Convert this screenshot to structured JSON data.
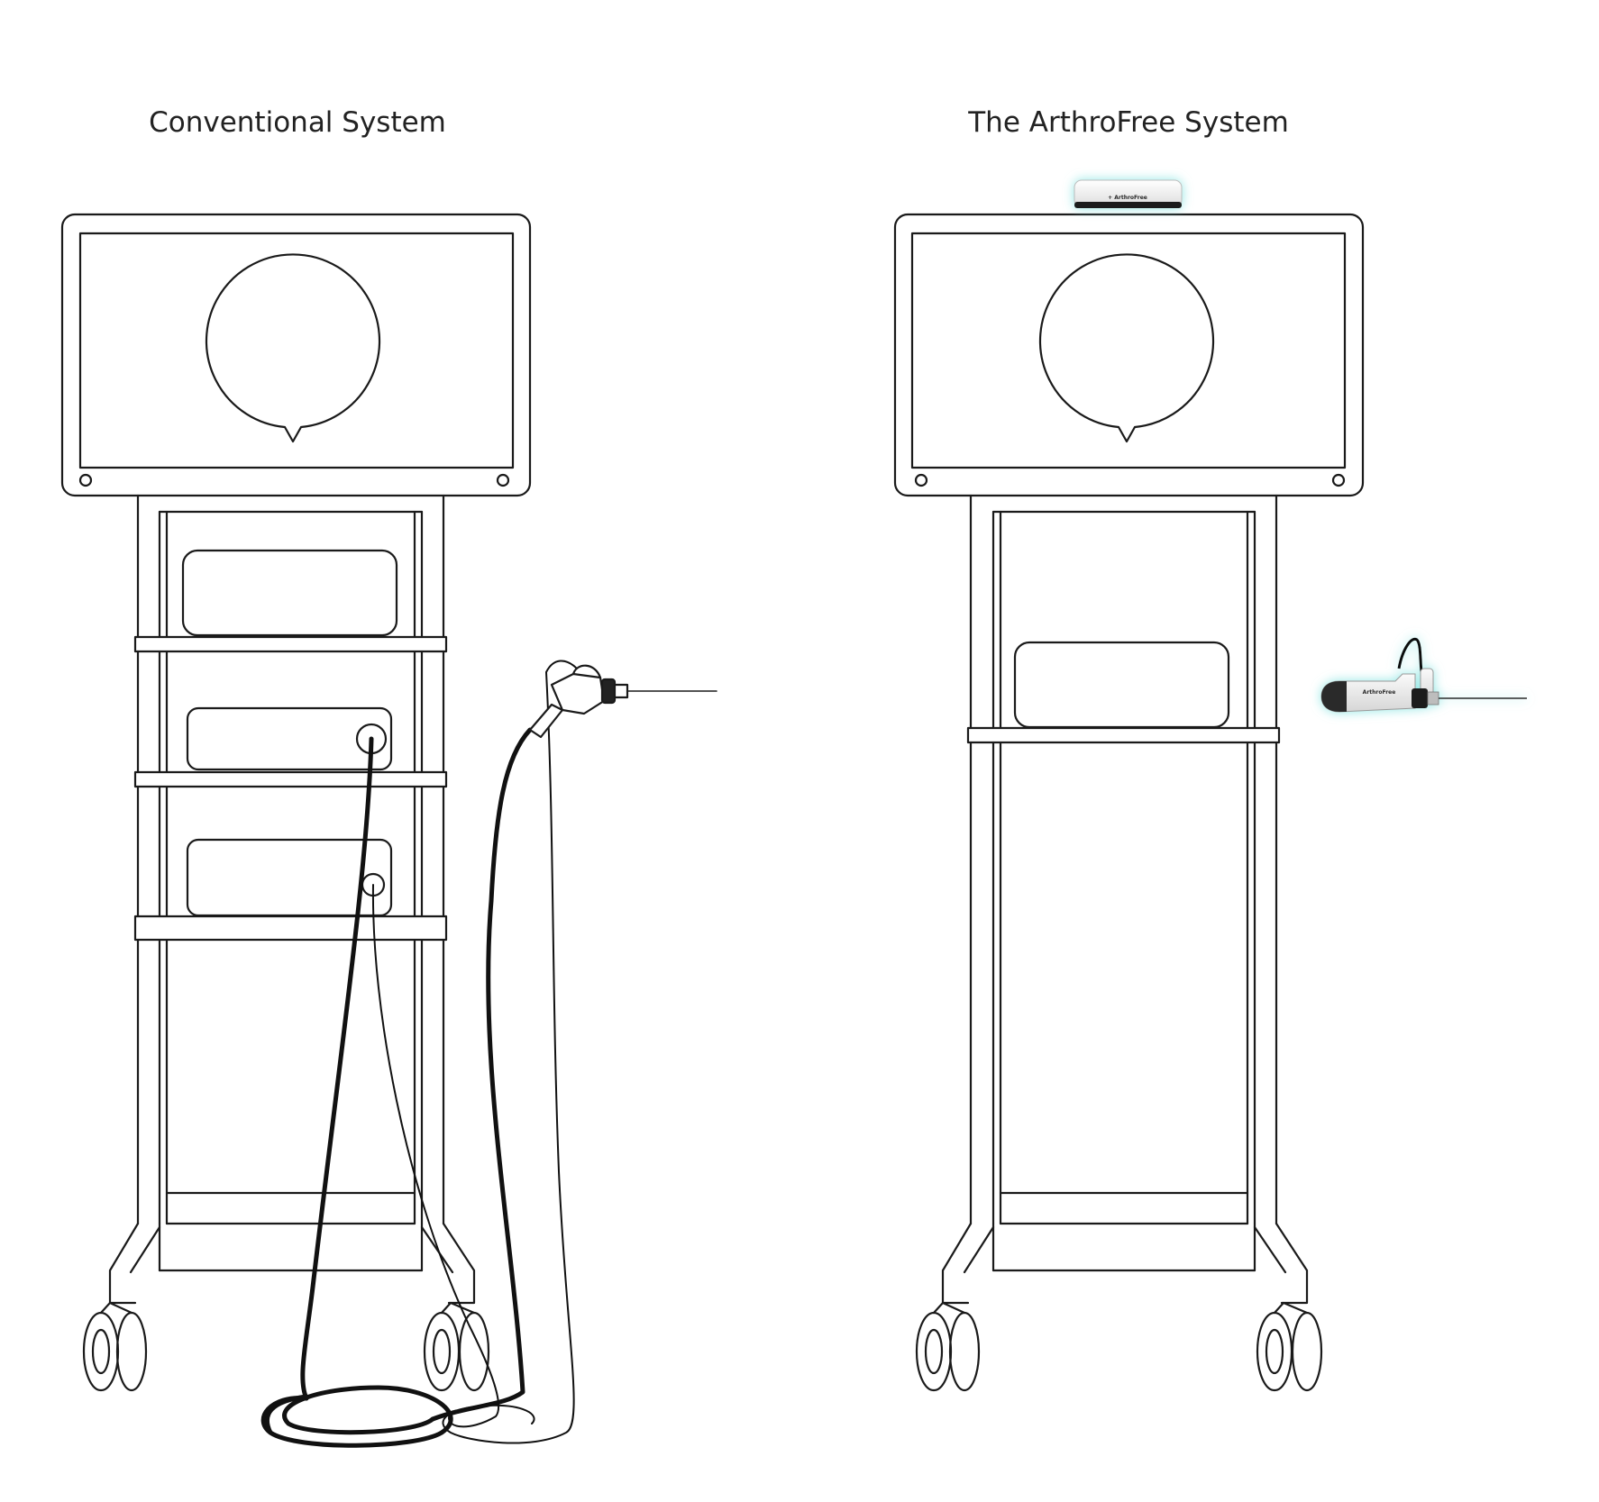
{
  "left": {
    "title": "Conventional System"
  },
  "right": {
    "title": "The ArthroFree System",
    "wireless_hub_label": "+ ArthroFree",
    "handpiece_label": "ArthroFree"
  },
  "colors": {
    "line": "#1a1a1a",
    "glow": "#7fe3e0",
    "device_body": "#f2f2f2",
    "device_dark": "#222222"
  },
  "icons": {
    "cart": "tower-cart-icon",
    "monitor": "monitor-icon",
    "camera_head": "camera-head-icon",
    "wireless_hub": "wireless-hub-icon",
    "wireless_camera": "wireless-camera-icon"
  }
}
